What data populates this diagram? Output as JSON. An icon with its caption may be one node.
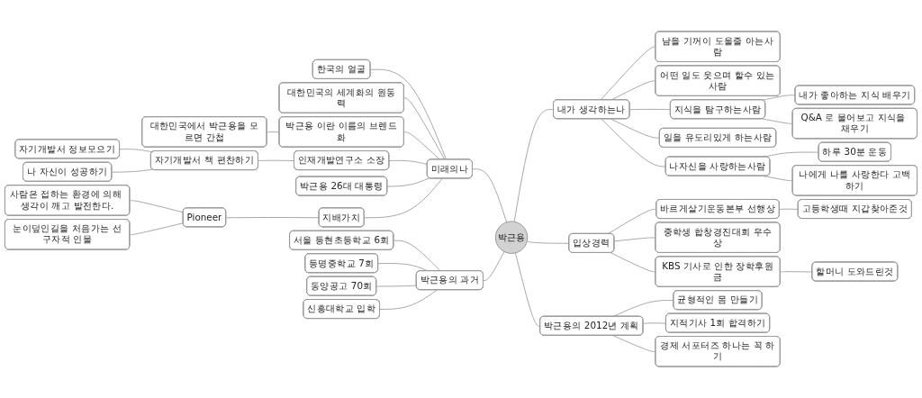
{
  "diagram": {
    "nodes": [
      {
        "text": [
          "박근용"
        ]
      },
      {
        "text": [
          "미래의나"
        ]
      },
      {
        "text": [
          "한국의 얼굴"
        ]
      },
      {
        "text": [
          "대한민국의 세계화의 원동력"
        ]
      },
      {
        "text": [
          "박근용 이란 이름의 브렌드화"
        ]
      },
      {
        "text": [
          "대한민국에서 박근용을 모르면 간첩"
        ]
      },
      {
        "text": [
          "인재개발연구소 소장"
        ]
      },
      {
        "text": [
          "자기개발서 책 편찬하기"
        ]
      },
      {
        "text": [
          "자기개발서 정보모으기"
        ]
      },
      {
        "text": [
          "나 자신이 성공하기"
        ]
      },
      {
        "text": [
          "박근용 26대 대통령"
        ]
      },
      {
        "text": [
          "지배가치"
        ]
      },
      {
        "text": [
          "Pioneer"
        ]
      },
      {
        "text": [
          "사람은 접하는 환경에 의해 생각이 깨고 발전한다."
        ]
      },
      {
        "text": [
          "눈이덮인길을 처음가는 선구자적 인물"
        ]
      },
      {
        "text": [
          "박근용의 과거"
        ]
      },
      {
        "text": [
          "서울 등현초등학교 6회"
        ]
      },
      {
        "text": [
          "등명중학교 7회"
        ]
      },
      {
        "text": [
          "동양공고 70회"
        ]
      },
      {
        "text": [
          "신흥대학교 입학"
        ]
      },
      {
        "text": [
          "내가 생각하는나"
        ]
      },
      {
        "text": [
          "남을 기꺼이 도울줄 아는사람"
        ]
      },
      {
        "text": [
          "어떤 일도 웃으며 할수 있는사람"
        ]
      },
      {
        "text": [
          "지식을 탐구하는사람"
        ]
      },
      {
        "text": [
          "내가 좋아하는 지식 배우기"
        ]
      },
      {
        "text": [
          "Q&A 로 물어보고 지식을 채우기"
        ]
      },
      {
        "text": [
          "일을 유도리있게 하는사람"
        ]
      },
      {
        "text": [
          "나자신을 사랑하는사람"
        ]
      },
      {
        "text": [
          "하루 30분 운동"
        ]
      },
      {
        "text": [
          "나에게 나를 사랑한다 고백하기"
        ]
      },
      {
        "text": [
          "입상경력"
        ]
      },
      {
        "text": [
          "바르게살기운동본부 선행상"
        ]
      },
      {
        "text": [
          "고등학생때 지갑찾아준것"
        ]
      },
      {
        "text": [
          "중학생 합창경진대회 우수상"
        ]
      },
      {
        "text": [
          "KBS 기사로 인한 장학후원금"
        ]
      },
      {
        "text": [
          "할머니 도와드린것"
        ]
      },
      {
        "text": [
          "박근용의 2012년 계획"
        ]
      },
      {
        "text": [
          "균형적인 몸 만들기"
        ]
      },
      {
        "text": [
          "지적기사 1회 합격하기"
        ]
      },
      {
        "text": [
          "경제 서포터즈 하나는 꼭 하기"
        ]
      }
    ],
    "edges": [
      {
        "from": 1,
        "to": 0,
        "arrow": "none"
      },
      {
        "from": 2,
        "to": 1,
        "arrow": "none"
      },
      {
        "from": 3,
        "to": 1,
        "arrow": "none"
      },
      {
        "from": 4,
        "to": 1,
        "arrow": "none"
      },
      {
        "from": 5,
        "to": 4,
        "arrow": "none"
      },
      {
        "from": 6,
        "to": 1,
        "arrow": "none"
      },
      {
        "from": 7,
        "to": 6,
        "arrow": "none"
      },
      {
        "from": 8,
        "to": 7,
        "arrow": "none"
      },
      {
        "from": 9,
        "to": 7,
        "arrow": "none"
      },
      {
        "from": 10,
        "to": 1,
        "arrow": "none"
      },
      {
        "from": 11,
        "to": 1,
        "arrow": "none"
      },
      {
        "from": 12,
        "to": 11,
        "arrow": "none"
      },
      {
        "from": 13,
        "to": 12,
        "arrow": "none"
      },
      {
        "from": 14,
        "to": 12,
        "arrow": "none"
      },
      {
        "from": 15,
        "to": 0,
        "arrow": "none"
      },
      {
        "from": 16,
        "to": 15,
        "arrow": "none"
      },
      {
        "from": 17,
        "to": 15,
        "arrow": "none"
      },
      {
        "from": 18,
        "to": 15,
        "arrow": "none"
      },
      {
        "from": 19,
        "to": 15,
        "arrow": "none"
      },
      {
        "from": 0,
        "to": 20,
        "arrow": "none"
      },
      {
        "from": 20,
        "to": 21,
        "arrow": "none"
      },
      {
        "from": 20,
        "to": 22,
        "arrow": "none"
      },
      {
        "from": 20,
        "to": 23,
        "arrow": "none"
      },
      {
        "from": 23,
        "to": 24,
        "arrow": "none"
      },
      {
        "from": 23,
        "to": 25,
        "arrow": "none"
      },
      {
        "from": 20,
        "to": 26,
        "arrow": "none"
      },
      {
        "from": 20,
        "to": 27,
        "arrow": "none"
      },
      {
        "from": 27,
        "to": 28,
        "arrow": "none"
      },
      {
        "from": 27,
        "to": 29,
        "arrow": "none"
      },
      {
        "from": 0,
        "to": 30,
        "arrow": "none"
      },
      {
        "from": 30,
        "to": 31,
        "arrow": "none"
      },
      {
        "from": 31,
        "to": 32,
        "arrow": "none"
      },
      {
        "from": 30,
        "to": 33,
        "arrow": "none"
      },
      {
        "from": 30,
        "to": 34,
        "arrow": "none"
      },
      {
        "from": 34,
        "to": 35,
        "arrow": "none"
      },
      {
        "from": 0,
        "to": 36,
        "arrow": "none"
      },
      {
        "from": 36,
        "to": 37,
        "arrow": "none"
      },
      {
        "from": 36,
        "to": 38,
        "arrow": "none"
      },
      {
        "from": 36,
        "to": 39,
        "arrow": "none"
      }
    ]
  }
}
